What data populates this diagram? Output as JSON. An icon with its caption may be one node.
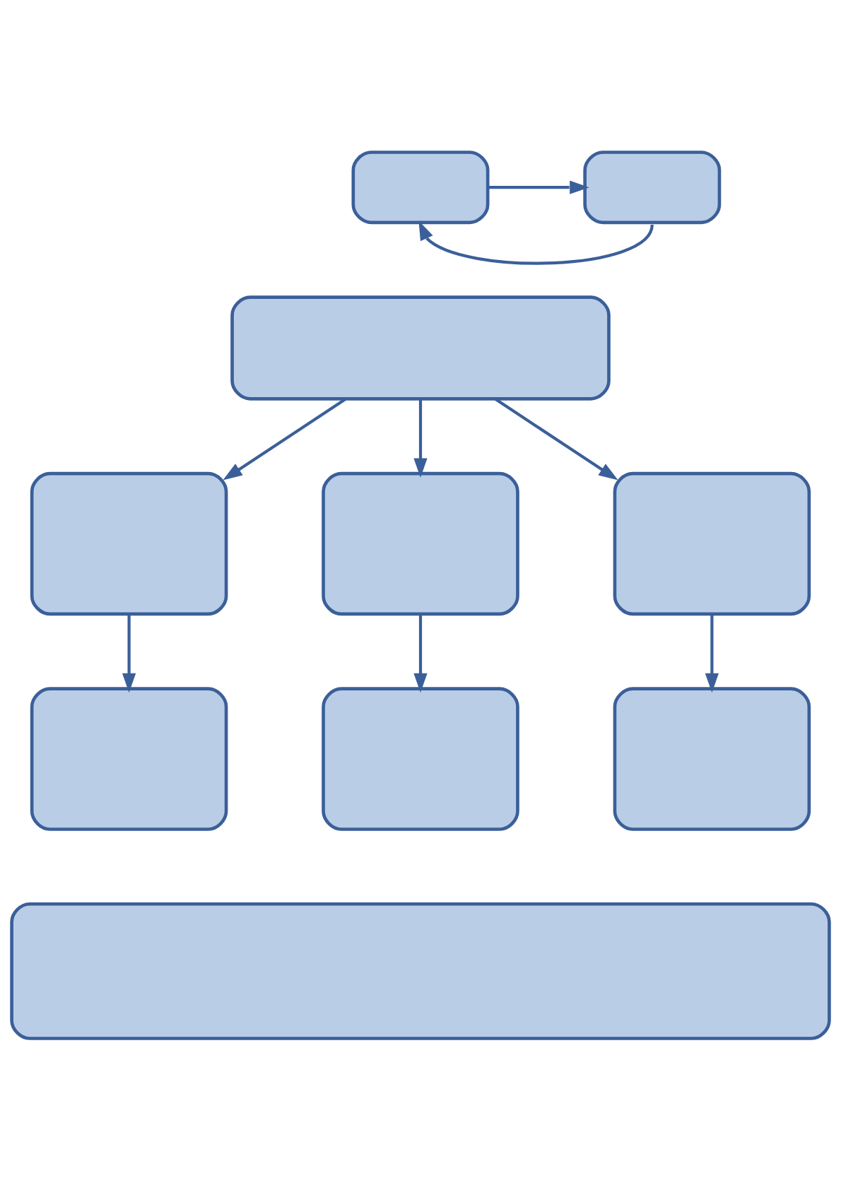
{
  "diagram": {
    "nodes": [
      {
        "text": [],
        "shape": "box"
      },
      {
        "text": [],
        "shape": "box"
      },
      {
        "text": [],
        "shape": "box"
      },
      {
        "text": [],
        "shape": "box"
      },
      {
        "text": [],
        "shape": "box"
      },
      {
        "text": [],
        "shape": "box"
      },
      {
        "text": [],
        "shape": "box"
      },
      {
        "text": [],
        "shape": "box"
      },
      {
        "text": [],
        "shape": "box"
      },
      {
        "text": [],
        "shape": "box"
      }
    ],
    "edges": [
      {
        "from": 0,
        "to": 1,
        "arrow": "to"
      },
      {
        "from": 1,
        "to": 0,
        "arrow": "to"
      },
      {
        "from": 2,
        "to": 3,
        "arrow": "to"
      },
      {
        "from": 2,
        "to": 4,
        "arrow": "to"
      },
      {
        "from": 2,
        "to": 5,
        "arrow": "to"
      },
      {
        "from": 3,
        "to": 6,
        "arrow": "to"
      },
      {
        "from": 4,
        "to": 7,
        "arrow": "to"
      },
      {
        "from": 5,
        "to": 8,
        "arrow": "to"
      }
    ]
  }
}
